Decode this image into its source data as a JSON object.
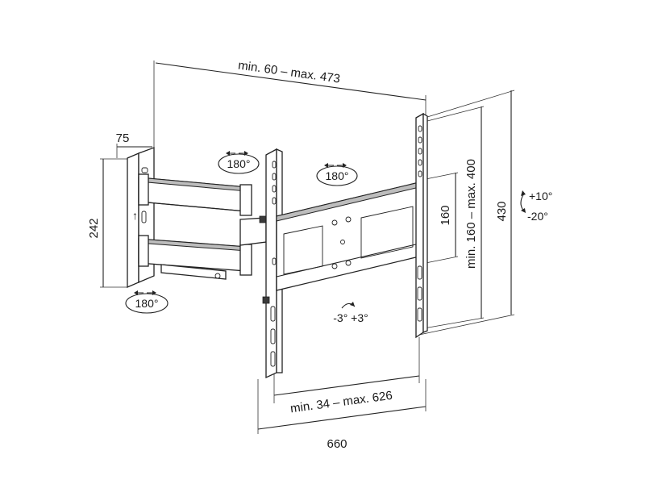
{
  "dimensions": {
    "arm_extension": "min. 60 – max. 473",
    "wall_plate_depth": "75",
    "wall_plate_height": "242",
    "vesa_horizontal": "min. 34 – max. 626",
    "overall_width": "660",
    "vesa_vertical": "min. 160 – max. 400",
    "bracket_height": "430",
    "rail_spacing": "160"
  },
  "rotations": {
    "arm_swivel_top": "180°",
    "head_swivel": "180°",
    "wall_swivel": "180°",
    "rotation": "-3°  +3°",
    "tilt_up": "+10°",
    "tilt_down": "-20°"
  }
}
